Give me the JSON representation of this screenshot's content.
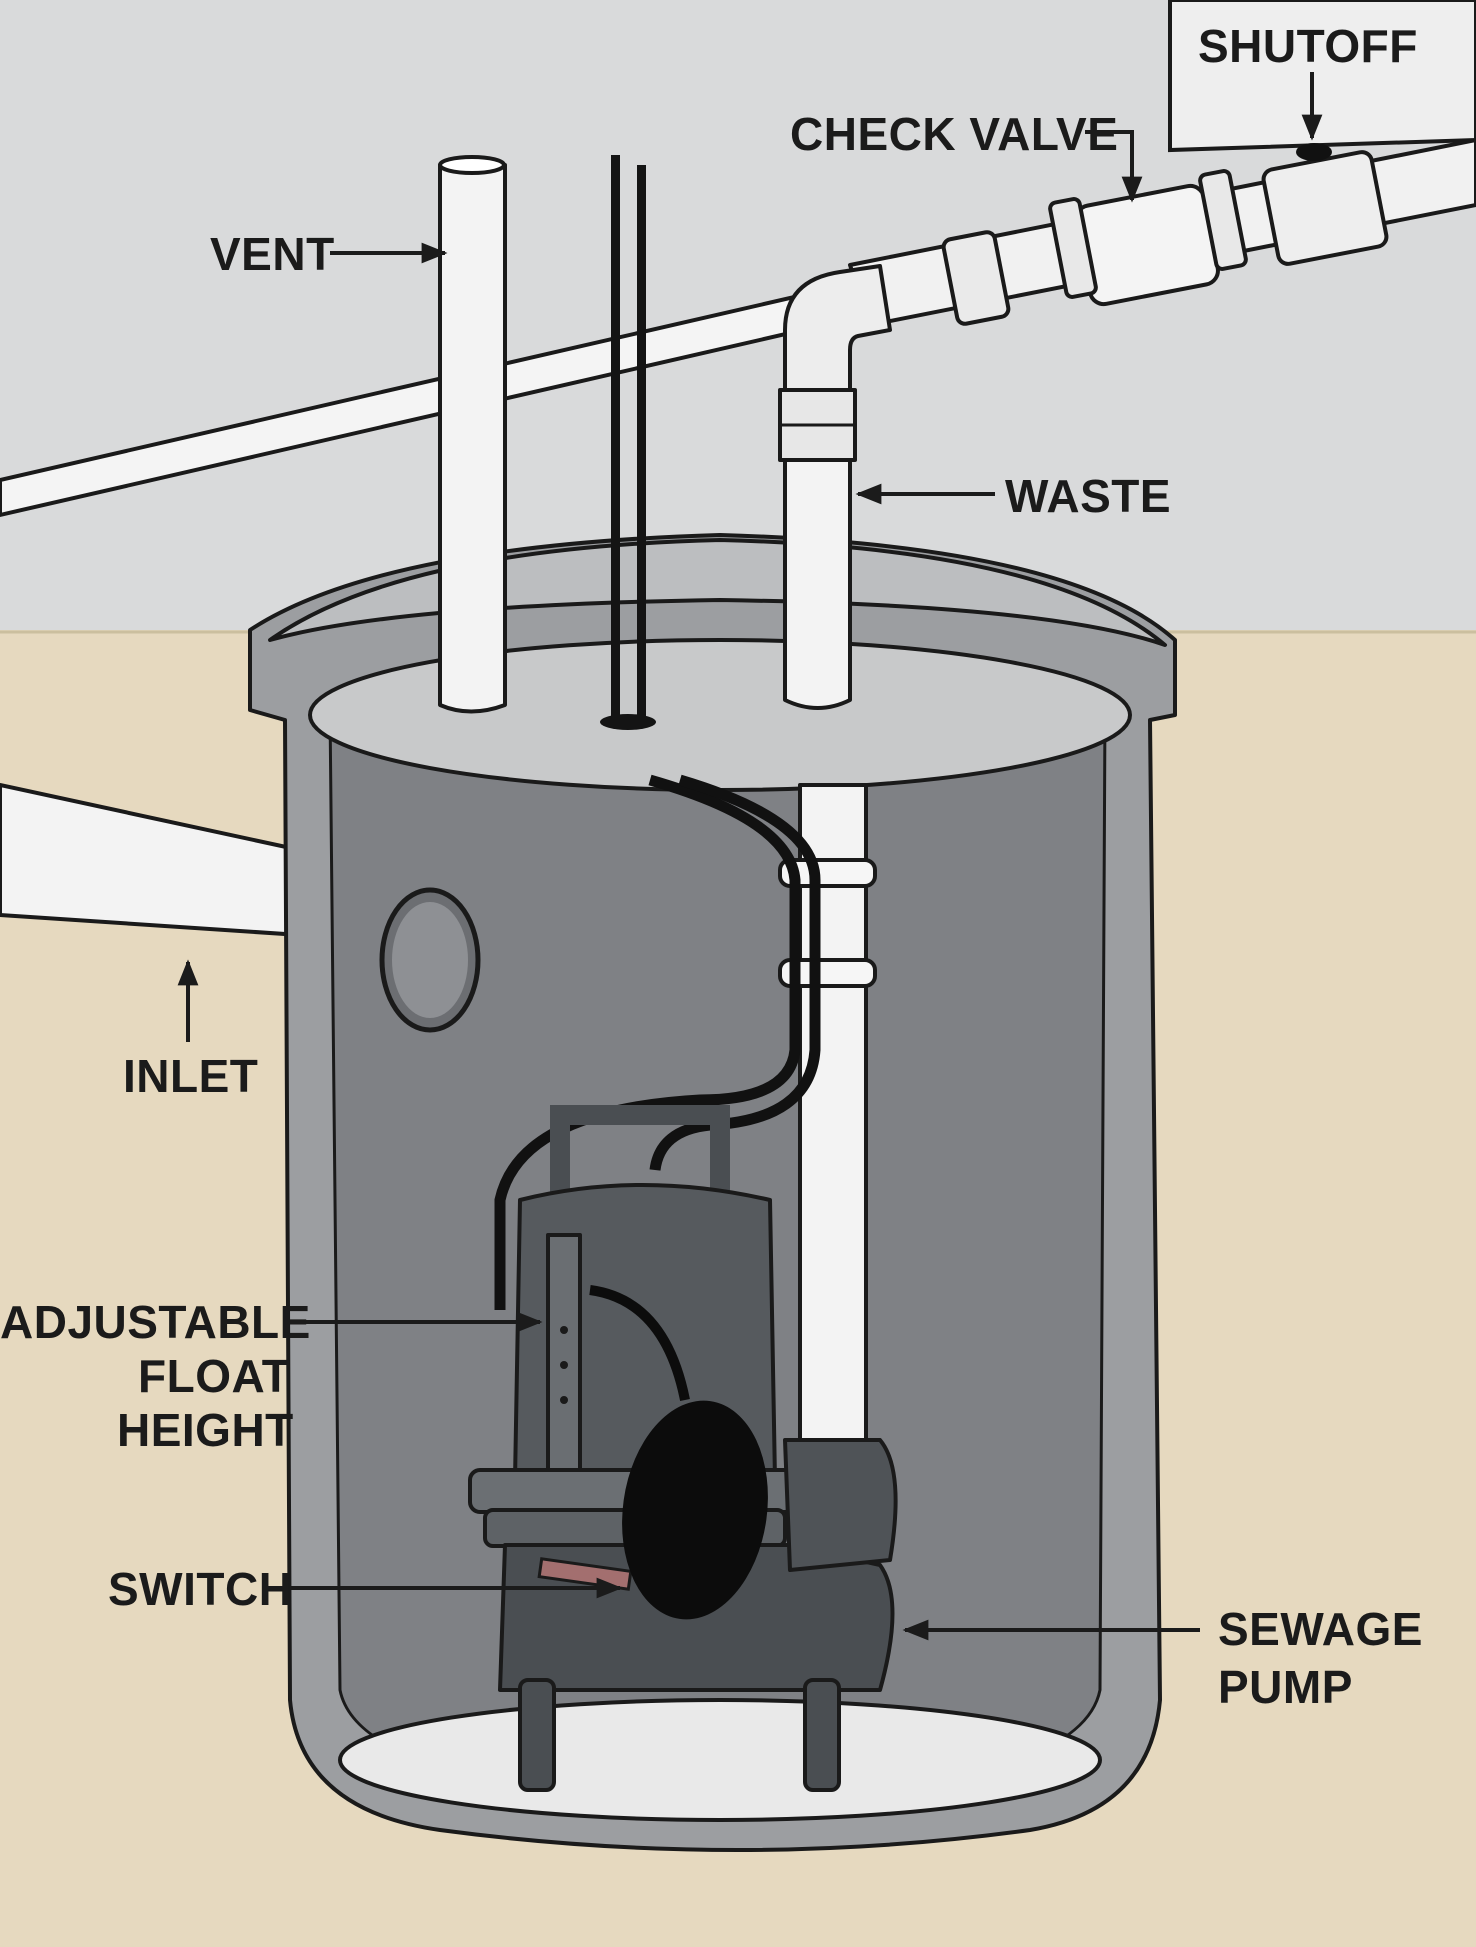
{
  "labels": {
    "shutoff": "SHUTOFF",
    "check_valve": "CHECK VALVE",
    "vent": "VENT",
    "waste": "WASTE",
    "inlet": "INLET",
    "float_line1": "ADJUSTABLE",
    "float_line2": "FLOAT",
    "float_line3": "HEIGHT",
    "switch": "SWITCH",
    "pump_line1": "SEWAGE",
    "pump_line2": "PUMP"
  },
  "colors": {
    "wall": "#d9dadb",
    "floor": "#e6d9bf",
    "basin": "#9c9ea1",
    "basin_inner": "#7f8185",
    "pipe": "#f1f1f1",
    "pump": "#565a5e",
    "float": "#0c0c0c",
    "outline": "#1a1a1a"
  }
}
